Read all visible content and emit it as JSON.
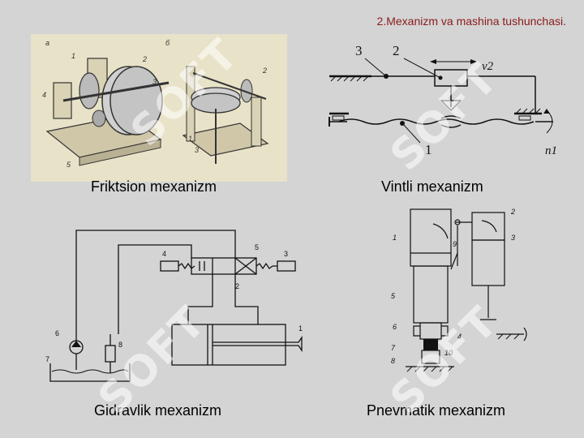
{
  "slide": {
    "title": "2.Mexanizm va mashina tushunchasi."
  },
  "panels": {
    "friction": {
      "caption": "Friktsion mexanizm",
      "labels": [
        "a",
        "б",
        "1",
        "2",
        "3",
        "4",
        "5",
        "1",
        "2",
        "3"
      ]
    },
    "screw": {
      "caption": "Vintli mexanizm",
      "labels": [
        "3",
        "2",
        "v2",
        "1",
        "n1"
      ]
    },
    "hydraulic": {
      "caption": "Gidravlik mexanizm",
      "labels": [
        "1",
        "2",
        "3",
        "4",
        "5",
        "6",
        "7",
        "8"
      ]
    },
    "pneumatic": {
      "caption": "Pnevmatik mexanizm",
      "labels": [
        "1",
        "2",
        "3",
        "4",
        "5",
        "6",
        "7",
        "8",
        "9",
        "10"
      ]
    }
  },
  "watermark": {
    "text": "SOFT"
  },
  "colors": {
    "background": "#d4d4d4",
    "title": "#8b1a1a",
    "photo_bg": "#e8e2c8",
    "watermark": "#ffffff"
  }
}
